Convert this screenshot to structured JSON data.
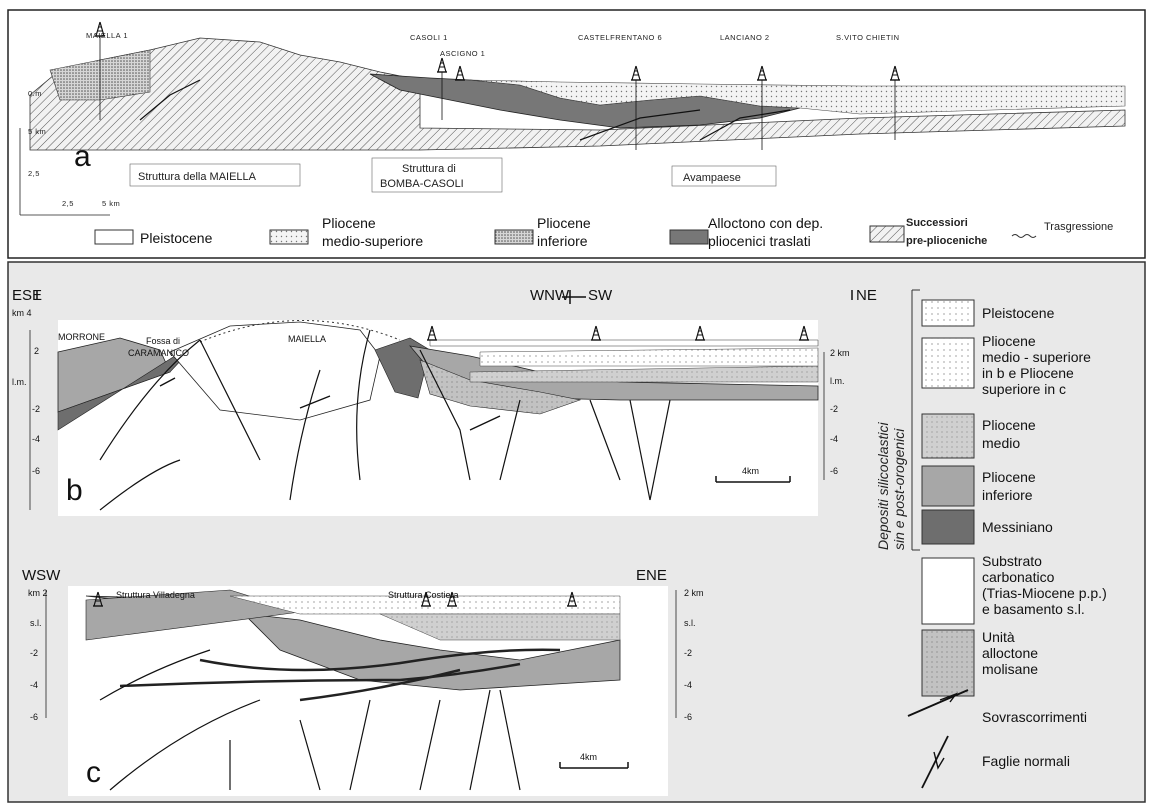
{
  "panel_a": {
    "letter": "a",
    "wells": [
      "MAIELLA 1",
      "CASOLI 1",
      "ASCIGNO 1",
      "CASTELFRENTANO 6",
      "LANCIANO 2",
      "S.VITO CHIETIN"
    ],
    "sea_level": "0.m",
    "depth_axis": [
      "5 km",
      "2,5"
    ],
    "scale": [
      "2,5",
      "5 km"
    ],
    "boxes": [
      "Struttura della MAIELLA",
      "Struttura di",
      "BOMBA-CASOLI",
      "Avampaese"
    ],
    "legend": [
      {
        "text": [
          "Pleistocene"
        ]
      },
      {
        "text": [
          "Pliocene",
          "medio-superiore"
        ]
      },
      {
        "text": [
          "Pliocene",
          "inferiore"
        ]
      },
      {
        "text": [
          "Alloctono con dep.",
          "pliocenici traslati"
        ]
      },
      {
        "text": [
          "Successiori",
          "pre-plioceniche"
        ]
      },
      {
        "text": [
          "Trasgressione"
        ]
      }
    ]
  },
  "panel_b": {
    "letter": "b",
    "dirs": [
      "ESE",
      "WNW",
      "SW",
      "NE"
    ],
    "left_axis": [
      "km 4",
      "2",
      "l.m.",
      "-2",
      "-4",
      "-6"
    ],
    "right_axis": [
      "2 km",
      "l.m.",
      "-2",
      "-4",
      "-6"
    ],
    "places": [
      "MORRONE",
      "Fossa di",
      "CARAMANICO",
      "MAIELLA"
    ],
    "scale": "4km"
  },
  "panel_c": {
    "letter": "c",
    "dirs": [
      "WSW",
      "ENE"
    ],
    "left_axis": [
      "km 2",
      "s.l.",
      "-2",
      "-4",
      "-6"
    ],
    "right_axis": [
      "2 km",
      "s.l.",
      "-2",
      "-4",
      "-6"
    ],
    "places": [
      "Struttura Villadegna",
      "Struttura Costiera"
    ],
    "scale": "4km"
  },
  "legend_bc": {
    "group_label": [
      "Depositi silicoclastici",
      "sin e post-orogenici"
    ],
    "items": [
      {
        "text": [
          "Pleistocene"
        ]
      },
      {
        "text": [
          "Pliocene",
          "medio - superiore",
          "in b e Pliocene",
          "superiore in c"
        ]
      },
      {
        "text": [
          "Pliocene",
          "medio"
        ]
      },
      {
        "text": [
          "Pliocene",
          "inferiore"
        ]
      },
      {
        "text": [
          "Messiniano"
        ]
      },
      {
        "text": [
          "Substrato",
          "carbonatico",
          "(Trias-Miocene p.p.)",
          "e basamento s.l."
        ]
      },
      {
        "text": [
          "Unità",
          "alloctone",
          "molisane"
        ]
      }
    ],
    "symbols": [
      {
        "text": "Sovrascorrimenti"
      },
      {
        "text": "Faglie normali"
      }
    ]
  },
  "colors": {
    "panel_bg": "#e9e9e9",
    "pleistocene": "#ffffff",
    "plio_med_sup": "#f1f1f1",
    "plio_medio": "#d0d0d0",
    "plio_inf": "#a7a7a7",
    "messiniano": "#6e6e6e",
    "substrato": "#ffffff",
    "molisane": "#c2c2c2"
  }
}
